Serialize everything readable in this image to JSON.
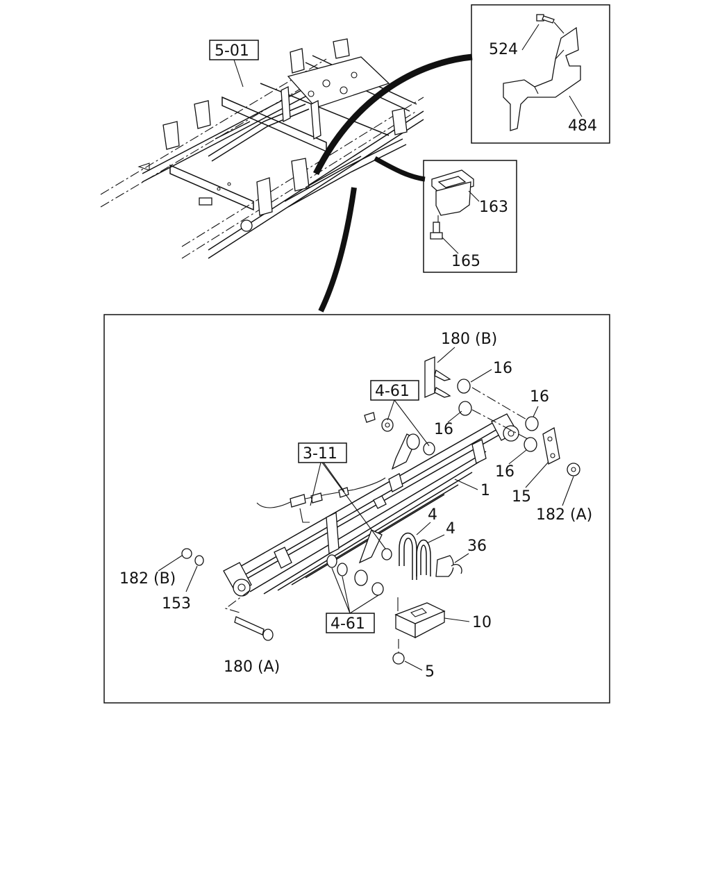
{
  "labels": {
    "ref_5_01": "5-01",
    "ref_4_61_top": "4-61",
    "ref_4_61_bottom": "4-61",
    "ref_3_11": "3-11",
    "p524": "524",
    "p484": "484",
    "p163": "163",
    "p165": "165",
    "p180b": "180 (B)",
    "p16_a": "16",
    "p16_b": "16",
    "p16_c": "16",
    "p16_d": "16",
    "p1": "1",
    "p15": "15",
    "p182a": "182 (A)",
    "p4_a": "4",
    "p4_b": "4",
    "p36": "36",
    "p182b": "182 (B)",
    "p153": "153",
    "p10": "10",
    "p180a": "180 (A)",
    "p5": "5"
  }
}
